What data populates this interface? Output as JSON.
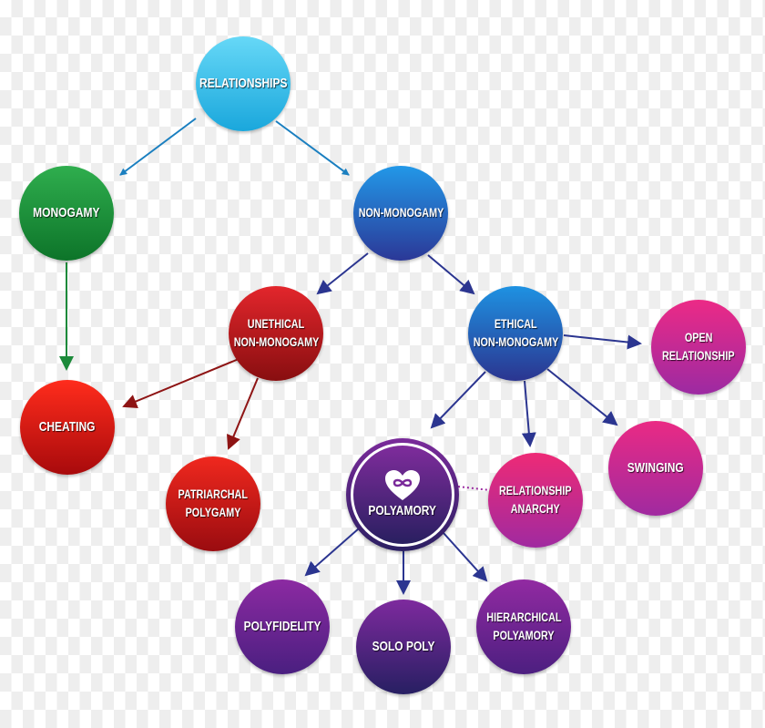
{
  "nodes": {
    "relationships": "RELATIONSHIPS",
    "monogamy": "MONOGAMY",
    "non_monogamy": "NON-MONOGAMY",
    "unethical_1": "UNETHICAL",
    "unethical_2": "NON-MONOGAMY",
    "ethical_1": "ETHICAL",
    "ethical_2": "NON-MONOGAMY",
    "open_1": "OPEN",
    "open_2": "RELATIONSHIP",
    "cheating": "CHEATING",
    "patriarchal_1": "PATRIARCHAL",
    "patriarchal_2": "POLYGAMY",
    "polyamory": "POLYAMORY",
    "anarchy_1": "RELATIONSHIP",
    "anarchy_2": "ANARCHY",
    "swinging": "SWINGING",
    "polyfidelity": "POLYFIDELITY",
    "solo_poly": "SOLO POLY",
    "hierarchical_1": "HIERARCHICAL",
    "hierarchical_2": "POLYAMORY"
  },
  "edges": [
    {
      "from": "relationships",
      "to": "monogamy"
    },
    {
      "from": "relationships",
      "to": "non_monogamy"
    },
    {
      "from": "monogamy",
      "to": "cheating"
    },
    {
      "from": "non_monogamy",
      "to": "unethical"
    },
    {
      "from": "non_monogamy",
      "to": "ethical"
    },
    {
      "from": "unethical",
      "to": "cheating"
    },
    {
      "from": "unethical",
      "to": "patriarchal"
    },
    {
      "from": "ethical",
      "to": "open"
    },
    {
      "from": "ethical",
      "to": "polyamory"
    },
    {
      "from": "ethical",
      "to": "anarchy"
    },
    {
      "from": "ethical",
      "to": "swinging"
    },
    {
      "from": "polyamory",
      "to": "anarchy",
      "style": "dotted"
    },
    {
      "from": "polyamory",
      "to": "polyfidelity"
    },
    {
      "from": "polyamory",
      "to": "solo_poly"
    },
    {
      "from": "polyamory",
      "to": "hierarchical"
    }
  ],
  "colors": {
    "blue": "#1a7fc0",
    "green": "#1c8a3a",
    "navy": "#2b3590",
    "red": "#8e1414",
    "purple": "#9a2aa0"
  }
}
